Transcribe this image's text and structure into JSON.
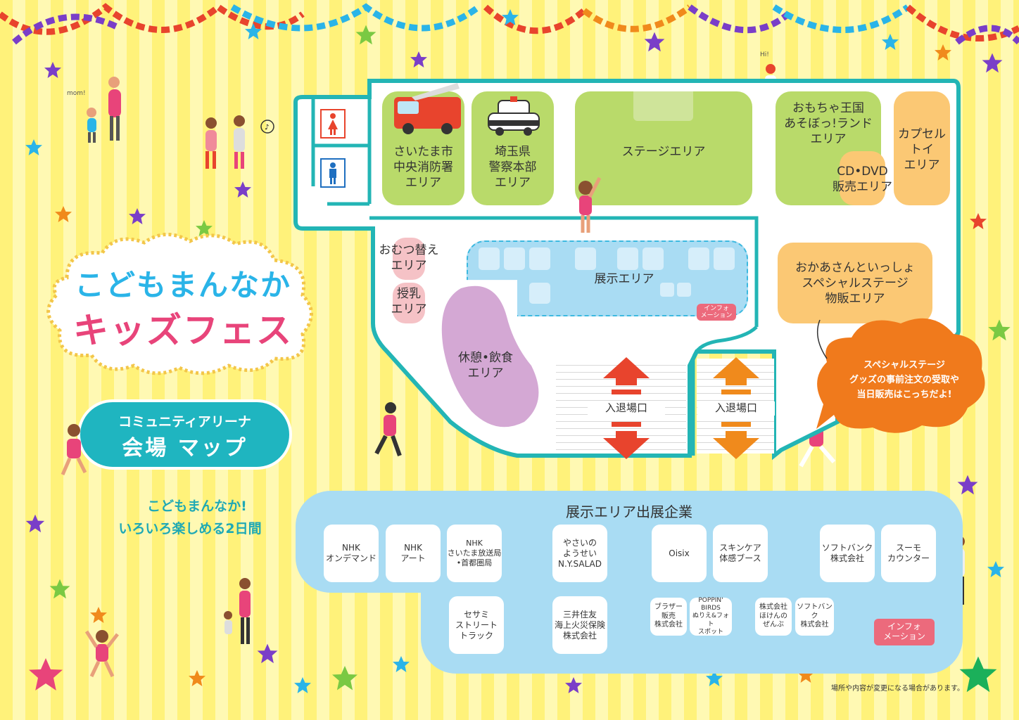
{
  "title": {
    "line1": "こどもまんなか",
    "line2": "キッズフェス",
    "venue": "コミュニティアリーナ",
    "subtitle": "会場 マップ",
    "tagline1": "こどもまんなか!",
    "tagline2": "いろいろ楽しめる2日間"
  },
  "colors": {
    "background": "#fff27a",
    "floor_border": "#23b5b5",
    "green_area": "#b9da6a",
    "orange_area": "#fbc874",
    "pink_area": "#f5c2c6",
    "exhibit_blue": "#a9dcf3",
    "info_pink": "#ec6a7c",
    "arrow_red": "#e8442d",
    "arrow_orange": "#f08a1c",
    "callout_orange": "#f07a1c"
  },
  "map": {
    "areas": {
      "fire": "さいたま市\n中央消防署\nエリア",
      "police": "埼玉県\n警察本部\nエリア",
      "stage": "ステージエリア",
      "toy": "おもちゃ王国\nあそぼっ!ランド\nエリア",
      "capsule": "カプセル\nトイ\nエリア",
      "cd": "CD•DVD\n販売エリア",
      "diaper": "おむつ替え\nエリア",
      "nursing": "授乳\nエリア",
      "exhibit": "展示エリア",
      "rest": "休憩•飲食\nエリア",
      "mother": "おかあさんといっしょ\nスペシャルステージ\n物販エリア"
    },
    "entrance1": "入退場口",
    "entrance2": "入退場口",
    "info_small": "インフォ\nメーション",
    "restroom_female": "female-restroom-icon",
    "restroom_male": "male-restroom-icon",
    "callout": "スペシャルステージ\nグッズの事前注文の受取や\n当日販売はこっちだよ!"
  },
  "exhibitors": {
    "title": "展示エリア出展企業",
    "booths": [
      "NHK\nオンデマンド",
      "NHK\nアート",
      "NHK\nさいたま放送局\n•首都圏局",
      "やさいの\nようせい\nN.Y.SALAD",
      "Oisix",
      "スキンケア\n体感ブース",
      "ソフトバンク\n株式会社",
      "スーモ\nカウンター",
      "セサミ\nストリート\nトラック",
      "三井住友\n海上火災保険\n株式会社",
      "ブラザー\n販売\n株式会社",
      "POPPIN' BIRDS\nぬりえ&フォト\nスポット",
      "株式会社\nほけんの\nぜんぶ",
      "ソフトバンク\n株式会社"
    ],
    "info": "インフォ\nメーション"
  },
  "decor": {
    "mom_text": "mom!",
    "hi_text": "Hi!"
  },
  "footnote": "場所や内容が変更になる場合があります。"
}
